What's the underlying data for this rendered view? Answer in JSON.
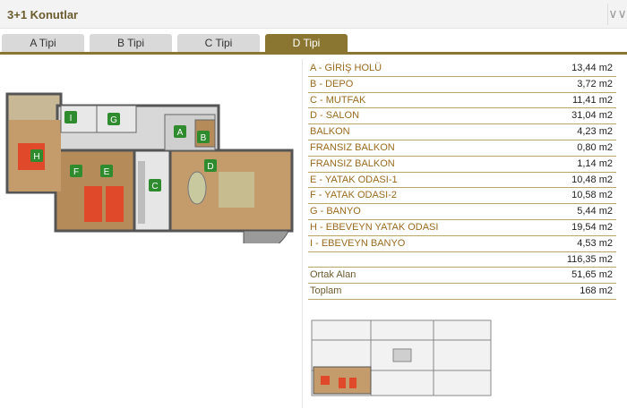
{
  "header": {
    "title": "3+1 Konutlar",
    "collapse_icon": "double-chevron-down-icon"
  },
  "tabs": [
    {
      "label": "A Tipi",
      "active": false
    },
    {
      "label": "B Tipi",
      "active": false
    },
    {
      "label": "C Tipi",
      "active": false
    },
    {
      "label": "D Tipi",
      "active": true
    }
  ],
  "rooms": [
    {
      "label": "A - GİRİŞ HOLÜ",
      "value": "13,44 m2"
    },
    {
      "label": "B - DEPO",
      "value": "3,72 m2"
    },
    {
      "label": "C - MUTFAK",
      "value": "11,41 m2"
    },
    {
      "label": "D - SALON",
      "value": "31,04 m2"
    },
    {
      "label": "BALKON",
      "value": "4,23 m2"
    },
    {
      "label": "FRANSIZ BALKON",
      "value": "0,80 m2"
    },
    {
      "label": "FRANSIZ BALKON",
      "value": "1,14 m2"
    },
    {
      "label": "E - YATAK ODASI-1",
      "value": "10,48 m2"
    },
    {
      "label": "F - YATAK ODASI-2",
      "value": "10,58 m2"
    },
    {
      "label": "G - BANYO",
      "value": "5,44 m2"
    },
    {
      "label": "H - EBEVEYN YATAK ODASI",
      "value": "19,54 m2"
    },
    {
      "label": "I - EBEVEYN BANYO",
      "value": "4,53 m2"
    }
  ],
  "subtotal": {
    "label": "",
    "value": "116,35 m2"
  },
  "common": {
    "label": "Ortak Alan",
    "value": "51,65 m2"
  },
  "total": {
    "label": "Toplam",
    "value": "168 m2"
  },
  "plan_markers": [
    "H",
    "I",
    "G",
    "A",
    "B",
    "F",
    "E",
    "C",
    "D"
  ],
  "colors": {
    "accent": "#8a7630",
    "label": "#9a6a1e",
    "marker": "#2e8b2e"
  }
}
